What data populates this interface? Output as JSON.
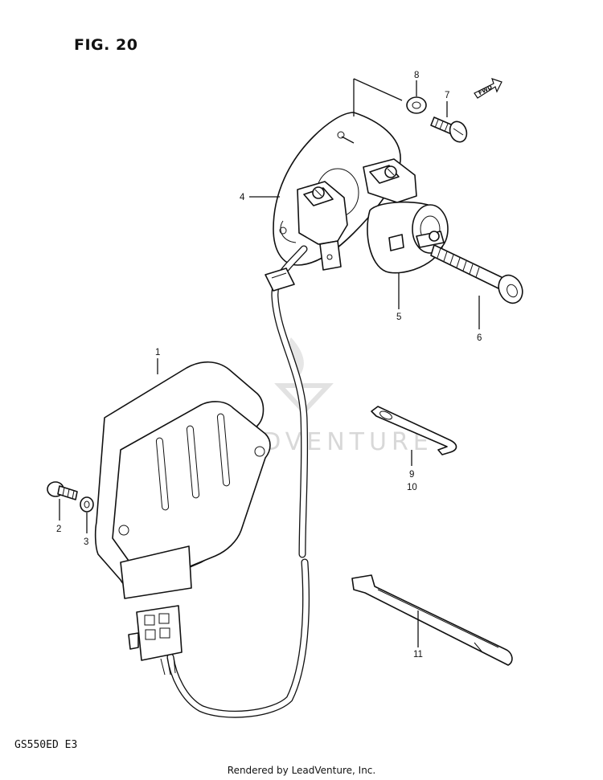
{
  "figure_title": "FIG. 20",
  "model_code": "GS550ED E3",
  "footer": "Rendered by LeadVenture, Inc.",
  "watermark": "LEADVENTURE",
  "fwd_arrow": "FWD",
  "callouts": {
    "c1": "1",
    "c2": "2",
    "c3": "3",
    "c4": "4",
    "c5": "5",
    "c6": "6",
    "c7": "7",
    "c8": "8",
    "c9": "9",
    "c10": "10",
    "c11": "11"
  }
}
